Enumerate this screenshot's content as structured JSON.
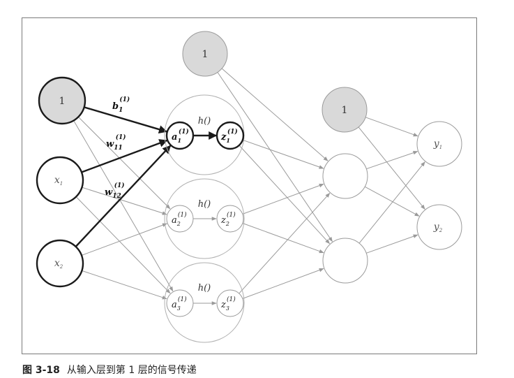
{
  "colors": {
    "thin": "#9a9a9a",
    "thick": "#1a1a1a",
    "bias_fill": "#d9d9d9",
    "node_fill": "#ffffff",
    "group_stroke": "#b0b0b0"
  },
  "nodes": {
    "input_bias": "1",
    "x1": {
      "base": "x",
      "sub": "1"
    },
    "x2": {
      "base": "x",
      "sub": "2"
    },
    "hidden1_bias": "1",
    "hidden2_bias": "1",
    "y1": {
      "base": "y",
      "sub": "1"
    },
    "y2": {
      "base": "y",
      "sub": "2"
    }
  },
  "hidden_units": [
    {
      "h_label": "h()",
      "a_base": "a",
      "a_sub": "1",
      "z_base": "z",
      "z_sub": "1",
      "sup": "(1)"
    },
    {
      "h_label": "h()",
      "a_base": "a",
      "a_sub": "2",
      "z_base": "z",
      "z_sub": "2",
      "sup": "(1)"
    },
    {
      "h_label": "h()",
      "a_base": "a",
      "a_sub": "3",
      "z_base": "z",
      "z_sub": "3",
      "sup": "(1)"
    }
  ],
  "weight_labels": [
    {
      "base": "b",
      "sub": "1",
      "sup": "(1)"
    },
    {
      "base": "w",
      "sub": "11",
      "sup": "(1)"
    },
    {
      "base": "w",
      "sub": "12",
      "sup": "(1)"
    }
  ],
  "caption": {
    "figure": "图 3-18",
    "text": "从输入层到第 1 层的信号传递"
  }
}
